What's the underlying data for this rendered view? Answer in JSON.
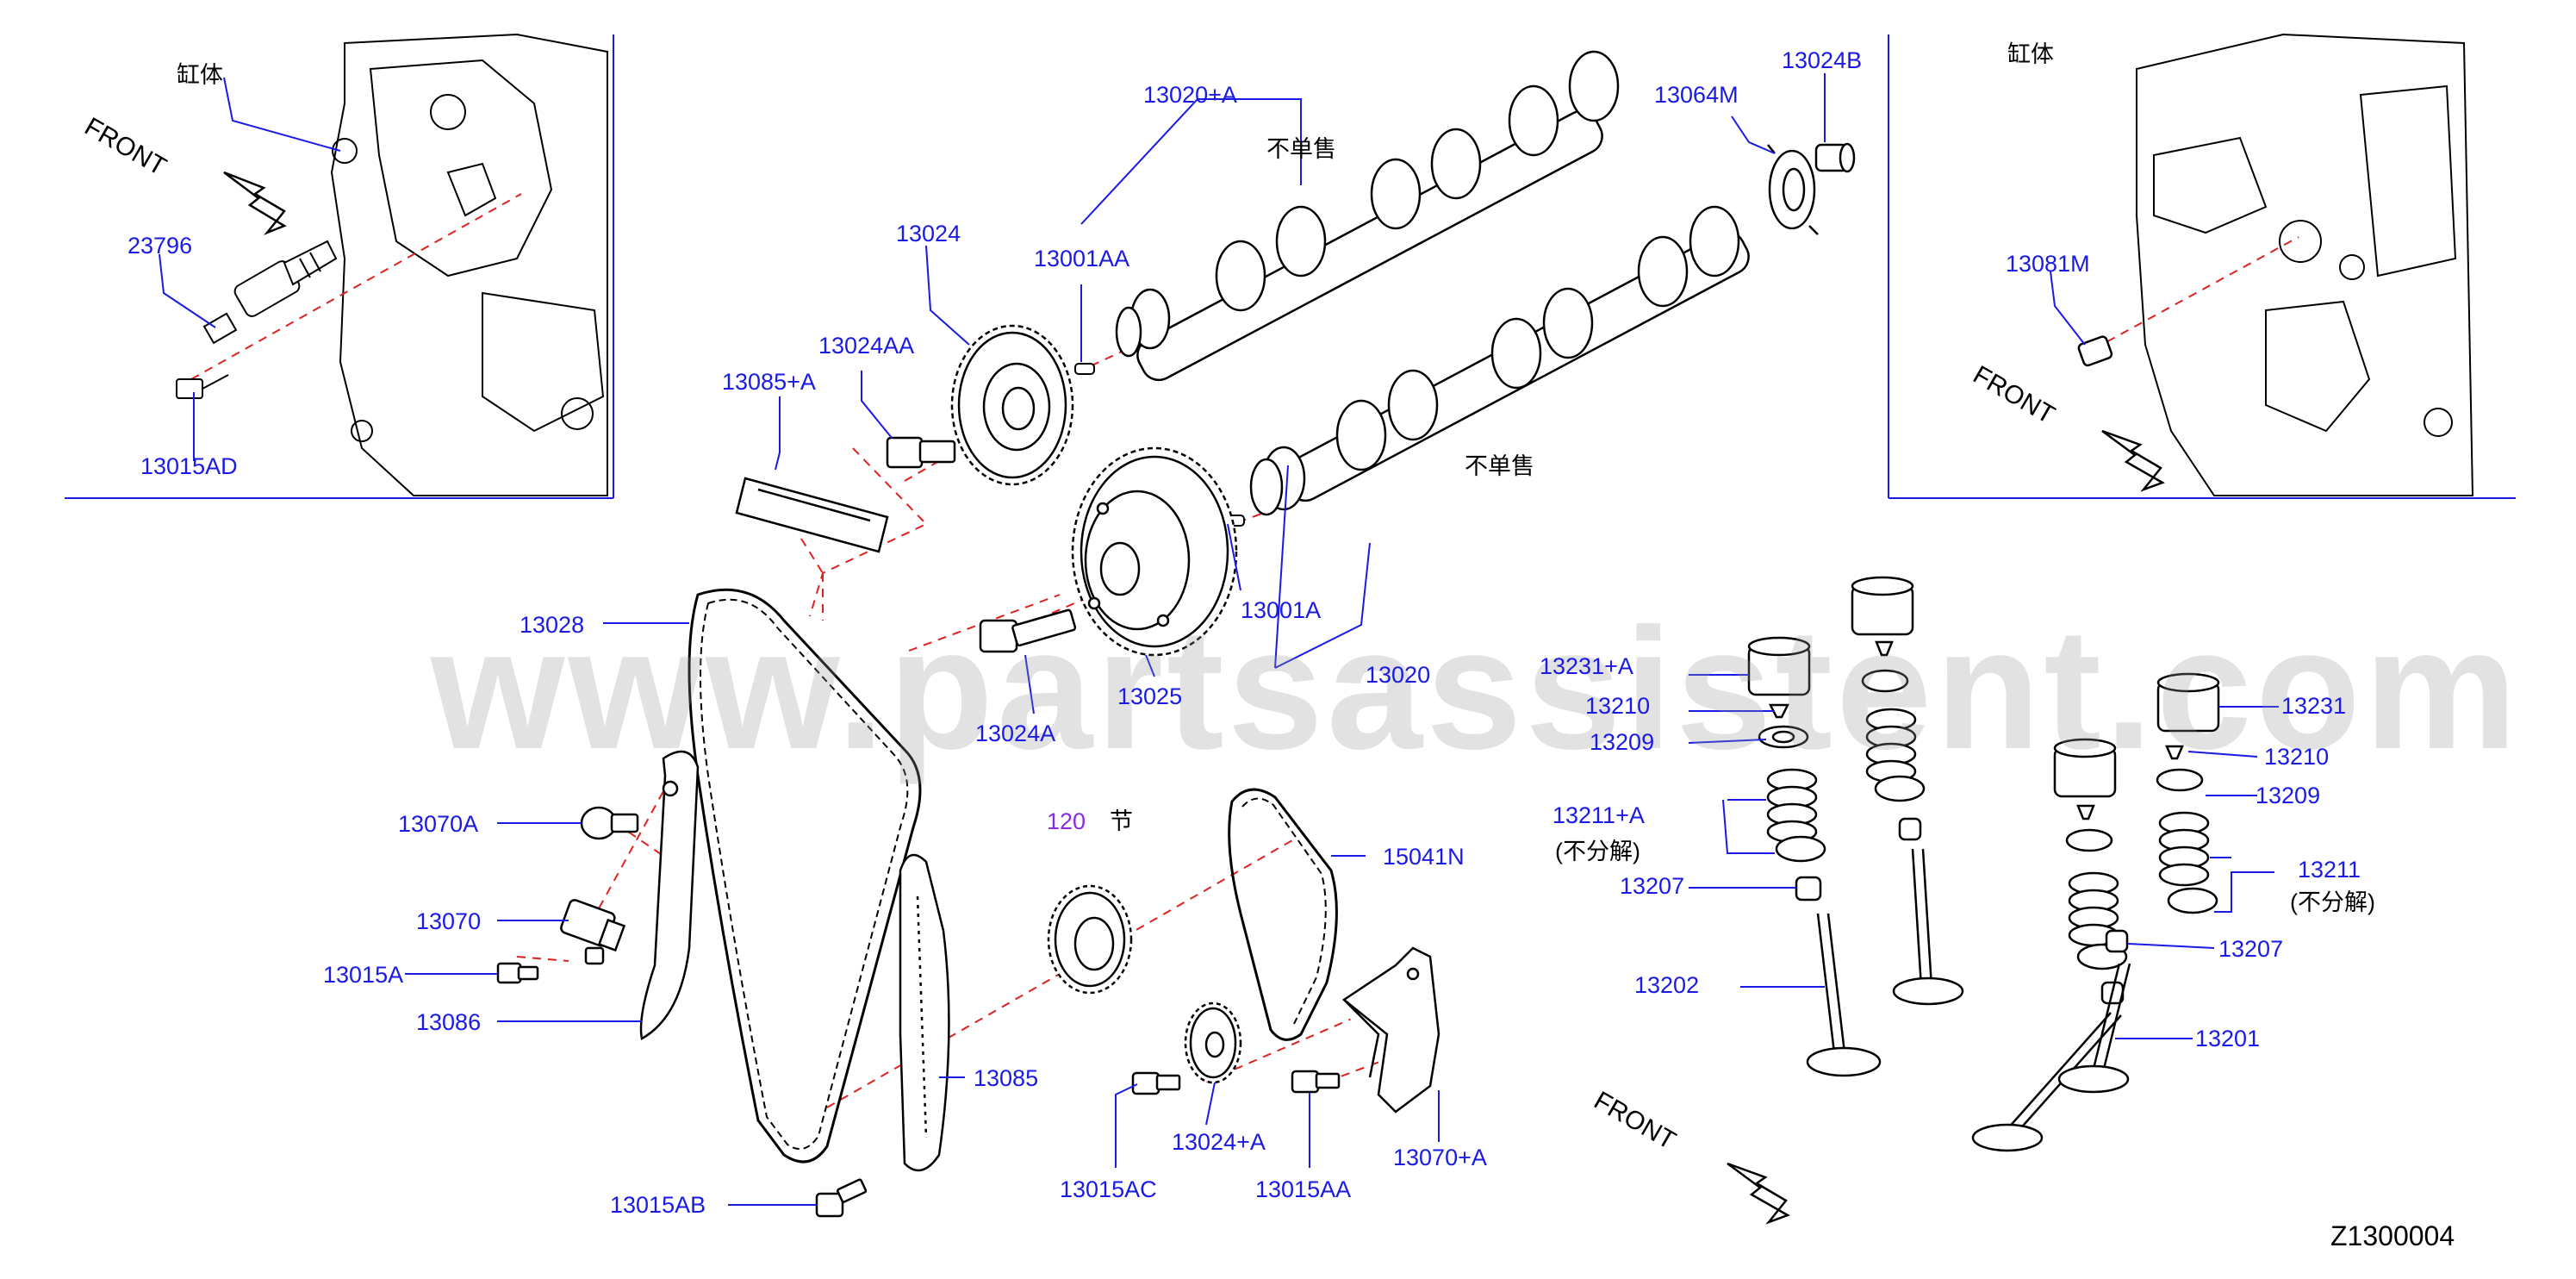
{
  "diagram": {
    "watermark": "www.partsassistent.com",
    "diagram_code": "Z1300004",
    "front_label": "FRONT",
    "cylinder_block_label": "缸体",
    "not_sold_separately": "不单售",
    "section_label": "节",
    "section_number": "120",
    "no_disassembly": "(不分解)",
    "parts": {
      "p23796": "23796",
      "p13015AD": "13015AD",
      "p13020A": "13020+A",
      "p13064M": "13064M",
      "p13024B": "13024B",
      "p13024": "13024",
      "p13001AA": "13001AA",
      "p13024AA": "13024AA",
      "p13085A": "13085+A",
      "p13081M": "13081M",
      "p13028": "13028",
      "p13001A": "13001A",
      "p13020": "13020",
      "p13024A": "13024A",
      "p13025": "13025",
      "p13070A": "13070A",
      "p13070": "13070",
      "p13015A": "13015A",
      "p13086": "13086",
      "p15041N": "15041N",
      "p13085": "13085",
      "p13015AB": "13015AB",
      "p13024Aplus": "13024+A",
      "p13015AC": "13015AC",
      "p13015AA": "13015AA",
      "p13070Aplus": "13070+A",
      "p13231A": "13231+A",
      "p13210a": "13210",
      "p13209a": "13209",
      "p13211A": "13211+A",
      "p13207a": "13207",
      "p13202": "13202",
      "p13231": "13231",
      "p13210b": "13210",
      "p13209b": "13209",
      "p13211": "13211",
      "p13207b": "13207",
      "p13201": "13201"
    },
    "colors": {
      "label": "#1a1ae6",
      "line": "#1a1ae6",
      "guide": "#e02020",
      "section": "#8a2be2",
      "drawing": "#000000"
    }
  }
}
